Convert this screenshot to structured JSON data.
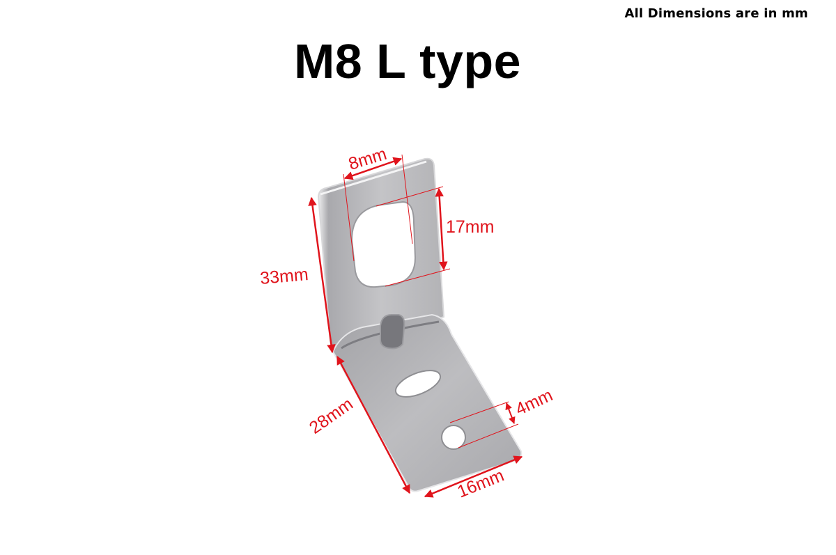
{
  "header": {
    "note": "All Dimensions are in mm",
    "title": "M8 L type"
  },
  "colors": {
    "dimension_red": "#e0141c",
    "metal_light": "#c9c9cb",
    "metal_dark": "#8e8e92",
    "text": "#000000"
  },
  "dimensions": {
    "slot_width": "8mm",
    "slot_length": "17mm",
    "upright_height": "33mm",
    "base_length": "28mm",
    "base_width": "16mm",
    "small_hole": "4mm"
  }
}
